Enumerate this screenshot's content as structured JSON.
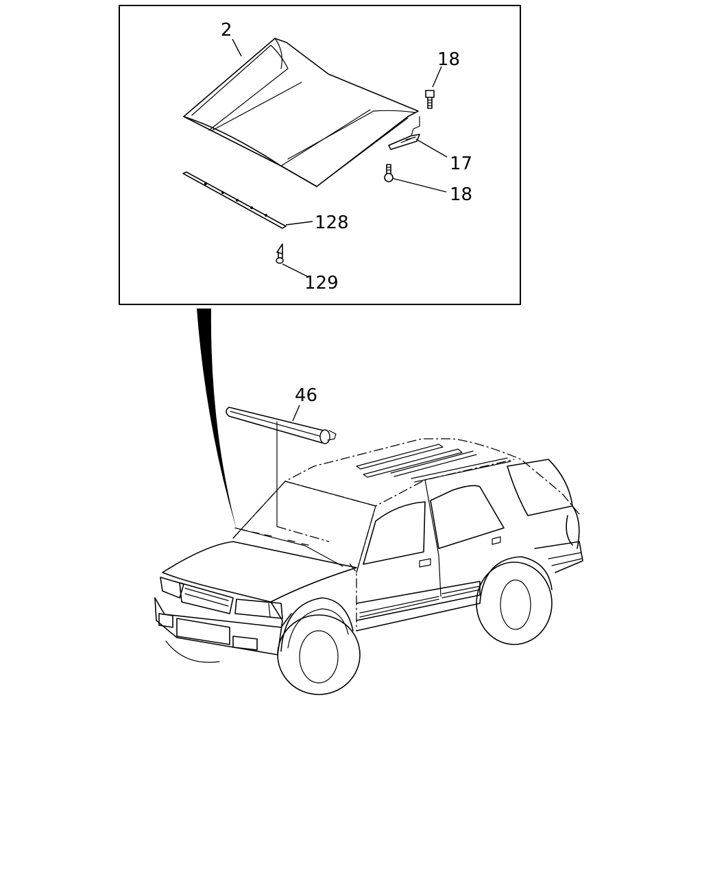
{
  "callouts": {
    "hood": "2",
    "bolt_upper": "18",
    "hinge": "17",
    "bolt_lower": "18",
    "seal_strip": "128",
    "clip": "129",
    "weatherstrip": "46"
  }
}
